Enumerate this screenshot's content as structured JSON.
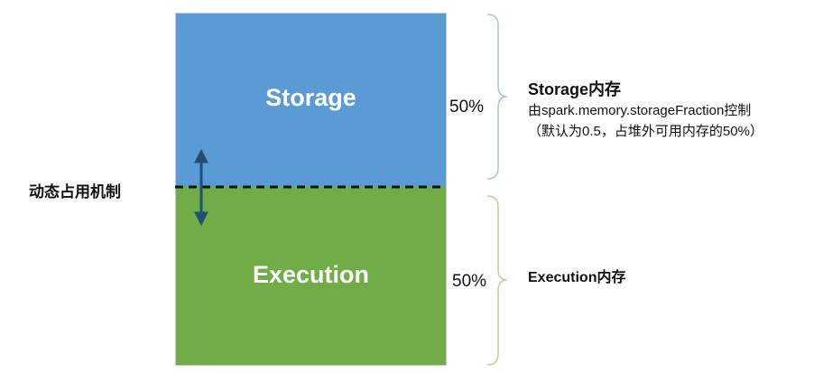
{
  "storage": {
    "label": "Storage",
    "percent": "50%",
    "title": "Storage内存",
    "line1": "由spark.memory.storageFraction控制",
    "line2": "（默认为0.5，占堆外可用内存的50%）",
    "color": "#5b9bd5"
  },
  "execution": {
    "label": "Execution",
    "percent": "50%",
    "title": "Execution内存",
    "color": "#70ad47"
  },
  "mechanism_label": "动态占用机制"
}
